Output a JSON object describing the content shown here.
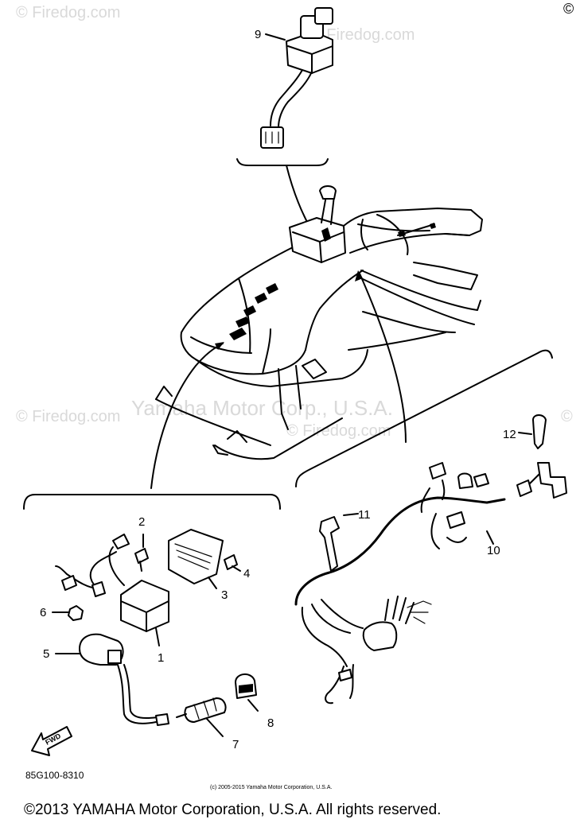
{
  "watermarks": {
    "firedog": "© Firedog.com",
    "yamaha": "Yamaha Motor Corp., U.S.A.",
    "corner": "©"
  },
  "callouts": [
    "1",
    "2",
    "3",
    "4",
    "5",
    "6",
    "7",
    "8",
    "9",
    "10",
    "11",
    "12"
  ],
  "diagram_code": "85G100-8310",
  "arrow_label": "FWD",
  "small_copyright": "(c) 2005-2015 Yamaha Motor Corporation, U.S.A.",
  "footer_copyright": "©2013 YAMAHA Motor Corporation, U.S.A. All rights reserved."
}
